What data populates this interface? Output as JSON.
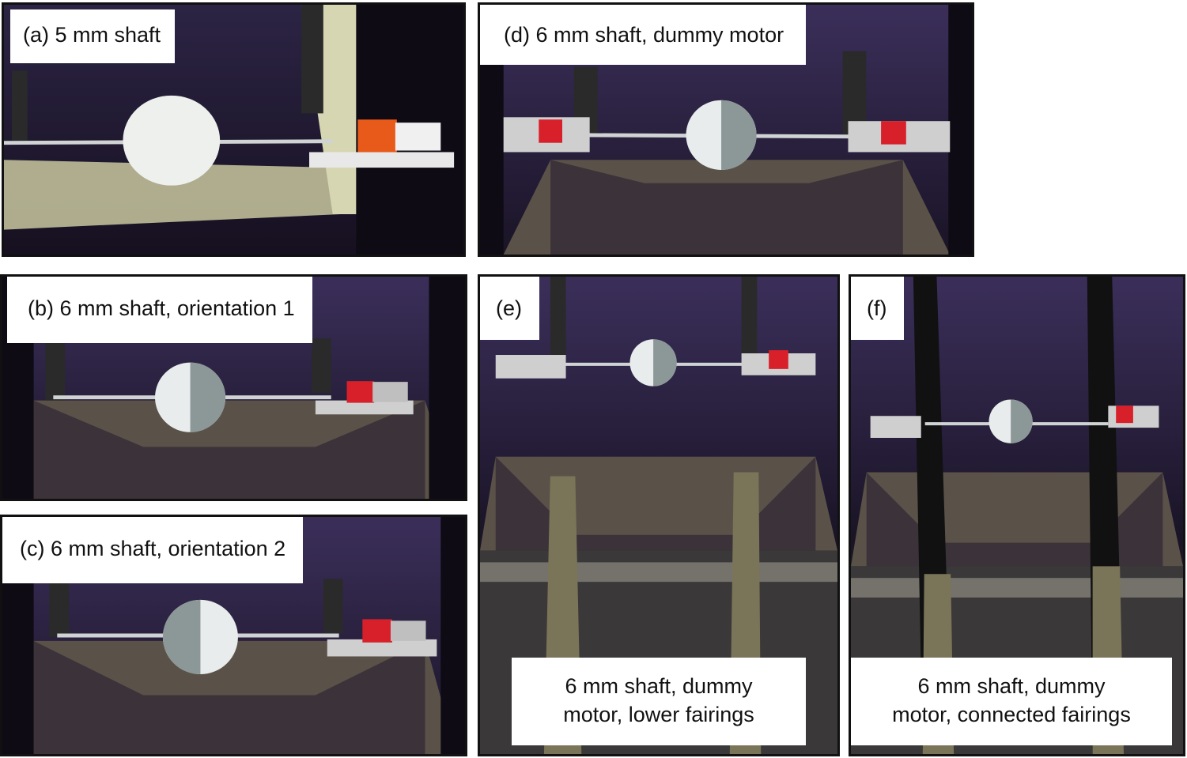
{
  "panels": {
    "a": {
      "label": "(a) 5 mm shaft"
    },
    "b": {
      "label": "(b) 6 mm shaft, orientation 1"
    },
    "c": {
      "label": "(c) 6 mm shaft, orientation 2"
    },
    "d": {
      "label": "(d) 6 mm shaft, dummy motor"
    },
    "e": {
      "label": "(e)",
      "caption_line1": "6 mm shaft, dummy",
      "caption_line2": "motor, lower fairings"
    },
    "f": {
      "label": "(f)",
      "caption_line1": "6 mm shaft, dummy",
      "caption_line2": "motor, connected fairings"
    }
  },
  "colors": {
    "tunnel_dark": "#1a1426",
    "tunnel_purple": "#3b2f5a",
    "sphere_white": "#e8ecec",
    "sphere_grey": "#8c9898",
    "motor_red": "#d8202a",
    "fairing": "#7a7458"
  }
}
